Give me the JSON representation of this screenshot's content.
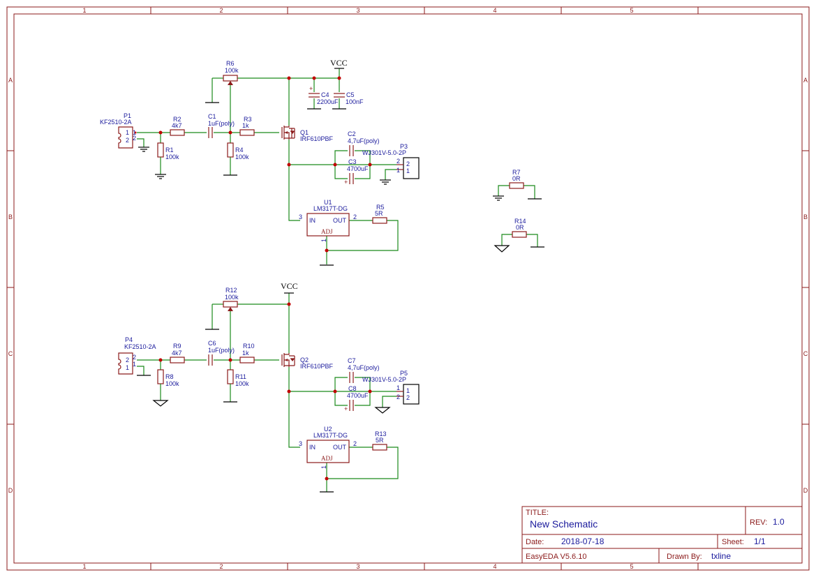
{
  "sheet": {
    "col_labels": [
      "1",
      "2",
      "3",
      "4",
      "5"
    ],
    "row_labels": [
      "A",
      "B",
      "C",
      "D"
    ]
  },
  "title_block": {
    "title_label": "TITLE:",
    "title": "New Schematic",
    "rev_label": "REV:",
    "rev": "1.0",
    "date_label": "Date:",
    "date": "2018-07-18",
    "sheet_label": "Sheet:",
    "sheet": "1/1",
    "tool": "EasyEDA V5.6.10",
    "drawn_label": "Drawn By:",
    "drawn_by": "txline"
  },
  "circuit1": {
    "p1_ref": "P1",
    "p1_val": "KF2510-2A",
    "p1_pin1": "1",
    "p1_pin2": "2",
    "r1_ref": "R1",
    "r1_val": "100k",
    "r2_ref": "R2",
    "r2_val": "4k7",
    "c1_ref": "C1",
    "c1_val": "1uF(poly)",
    "r3_ref": "R3",
    "r3_val": "1k",
    "r4_ref": "R4",
    "r4_val": "100k",
    "r6_ref": "R6",
    "r6_val": "100k",
    "vcc": "VCC",
    "c4_ref": "C4",
    "c4_val": "2200uF",
    "c5_ref": "C5",
    "c5_val": "100nF",
    "q1_ref": "Q1",
    "q1_val": "IRF610PBF",
    "c2_ref": "C2",
    "c2_val": "4,7uF(poly)",
    "p3_ref": "P3",
    "p3_val": "WJ301V-5.0-2P",
    "p3_pin2": "2",
    "p3_pin1": "1",
    "c3_ref": "C3",
    "c3_val": "4700uF",
    "u1_ref": "U1",
    "u1_val": "LM317T-DG",
    "u1_in": "IN",
    "u1_out": "OUT",
    "u1_adj": "ADJ",
    "u1_pin3": "3",
    "u1_pin2": "2",
    "u1_pin1": "1",
    "r5_ref": "R5",
    "r5_val": "5R"
  },
  "circuit2": {
    "p4_ref": "P4",
    "p4_val": "KF2510-2A",
    "p4_pin2": "2",
    "p4_pin1": "1",
    "r8_ref": "R8",
    "r8_val": "100k",
    "r9_ref": "R9",
    "r9_val": "4k7",
    "c6_ref": "C6",
    "c6_val": "1uF(poly)",
    "r10_ref": "R10",
    "r10_val": "1k",
    "r11_ref": "R11",
    "r11_val": "100k",
    "r12_ref": "R12",
    "r12_val": "100k",
    "vcc": "VCC",
    "q2_ref": "Q2",
    "q2_val": "IRF610PBF",
    "c7_ref": "C7",
    "c7_val": "4,7uF(poly)",
    "p5_ref": "P5",
    "p5_val": "WJ301V-5.0-2P",
    "p5_pin1": "1",
    "p5_pin2": "2",
    "c8_ref": "C8",
    "c8_val": "4700uF",
    "u2_ref": "U2",
    "u2_val": "LM317T-DG",
    "u2_in": "IN",
    "u2_out": "OUT",
    "u2_adj": "ADJ",
    "u2_pin3": "3",
    "u2_pin2": "2",
    "u2_pin1": "1",
    "r13_ref": "R13",
    "r13_val": "5R"
  },
  "extras": {
    "r7_ref": "R7",
    "r7_val": "0R",
    "r14_ref": "R14",
    "r14_val": "0R"
  }
}
